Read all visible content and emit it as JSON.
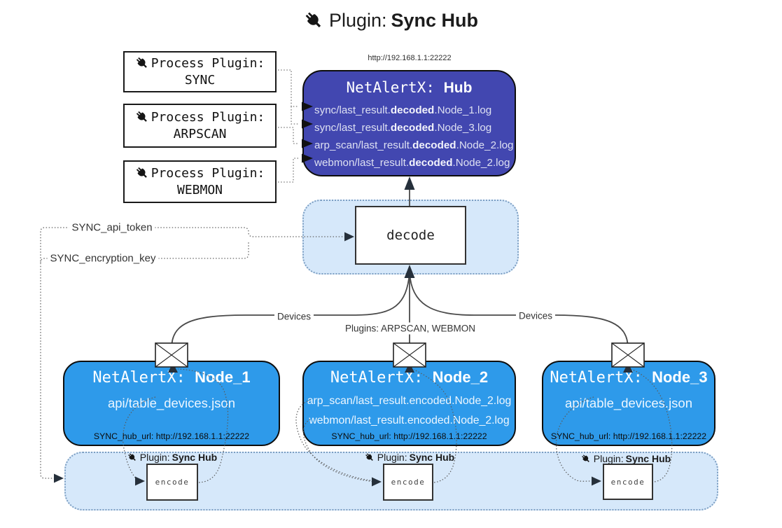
{
  "title": {
    "label": "Plugin:",
    "name": "Sync Hub"
  },
  "hub": {
    "url": "http://192.168.1.1:22222",
    "title_prefix": "NetAlertX:",
    "title_name": "Hub",
    "lines": [
      {
        "pre": "sync/last_result.",
        "bold": "decoded",
        "post": ".Node_1.log"
      },
      {
        "pre": "sync/last_result.",
        "bold": "decoded",
        "post": ".Node_3.log"
      },
      {
        "pre": "arp_scan/last_result.",
        "bold": "decoded",
        "post": ".Node_2.log"
      },
      {
        "pre": "webmon/last_result.",
        "bold": "decoded",
        "post": ".Node_2.log"
      }
    ]
  },
  "process_plugins": [
    {
      "line1": "Process Plugin:",
      "name": "SYNC"
    },
    {
      "line1": "Process Plugin:",
      "name": "ARPSCAN"
    },
    {
      "line1": "Process Plugin:",
      "name": "WEBMON"
    }
  ],
  "decode": {
    "label": "decode"
  },
  "keys": {
    "api_token": "SYNC_api_token",
    "encryption_key": "SYNC_encryption_key"
  },
  "edges": {
    "devices_left": "Devices",
    "devices_right": "Devices",
    "plugins": "Plugins: ARPSCAN, WEBMON"
  },
  "nodes": [
    {
      "title_prefix": "NetAlertX:",
      "title_name": "Node_1",
      "lines": [
        "api/table_devices.json"
      ],
      "hub_url": "SYNC_hub_url: http://192.168.1.1:22222"
    },
    {
      "title_prefix": "NetAlertX:",
      "title_name": "Node_2",
      "lines": [
        "arp_scan/last_result.encoded.Node_2.log",
        "webmon/last_result.encoded.Node_2.log"
      ],
      "hub_url": "SYNC_hub_url: http://192.168.1.1:22222"
    },
    {
      "title_prefix": "NetAlertX:",
      "title_name": "Node_3",
      "lines": [
        "api/table_devices.json"
      ],
      "hub_url": "SYNC_hub_url: http://192.168.1.1:22222"
    }
  ],
  "encode_section": {
    "plugin_label": "Plugin:",
    "plugin_name": "Sync Hub",
    "encode_label": "encode"
  },
  "colors": {
    "hub_fill": "#4247b0",
    "node_fill": "#2e9aea",
    "panel_fill": "#d6e8fa",
    "panel_border": "#7c9ec2",
    "line": "#4a4a4a",
    "dotted": "#5a5a5a",
    "arrow": "#26303b"
  }
}
